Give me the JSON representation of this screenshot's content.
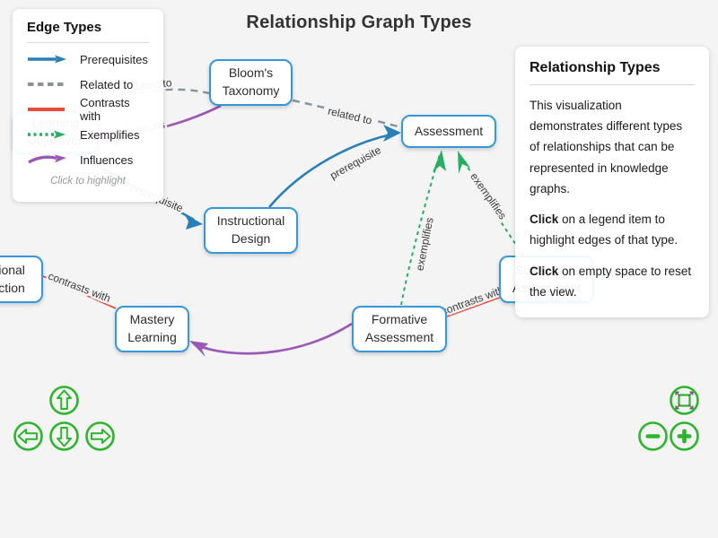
{
  "title": "Relationship Graph Types",
  "colors": {
    "background": "#f4f4f5",
    "prerequisites": "#2980b9",
    "related_to": "#8a9298",
    "contrasts_with": "#e74c3c",
    "exemplifies": "#27ae60",
    "influences": "#9b59b6",
    "node_border": "#3498db",
    "control_green": "#2db52d"
  },
  "legend": {
    "title": "Edge Types",
    "items": [
      {
        "label": "Prerequisites",
        "type": "prerequisites"
      },
      {
        "label": "Related to",
        "type": "related_to"
      },
      {
        "label": "Contrasts with",
        "type": "contrasts_with"
      },
      {
        "label": "Exemplifies",
        "type": "exemplifies"
      },
      {
        "label": "Influences",
        "type": "influences"
      }
    ],
    "hint": "Click to highlight"
  },
  "info_panel": {
    "title": "Relationship Types",
    "intro": "This visualization demonstrates different types of relationships that can be represented in knowledge graphs.",
    "tip1_bold": "Click",
    "tip1_rest": " on a legend item to highlight edges of that type.",
    "tip2_bold": "Click",
    "tip2_rest": " on empty space to reset the view."
  },
  "nodes": {
    "learning_objectives": "Learning\nObjectives",
    "blooms_taxonomy": "Bloom's\nTaxonomy",
    "assessment": "Assessment",
    "instructional_design": "Instructional\nDesign",
    "traditional_instruction": "Traditional\nInstruction",
    "mastery_learning": "Mastery\nLearning",
    "formative_assessment": "Formative\nAssessment",
    "summative_assessment": "Summative\nAssessment"
  },
  "edge_labels": {
    "lo_bt": "related to",
    "bt_as": "related to",
    "id_as": "prerequisite",
    "lo_id": "prerequisite",
    "bt_lo": "influences",
    "ti_ml": "contrasts with",
    "fa_as": "exemplifies",
    "sa_as": "exemplifies",
    "fa_sa": "contrasts with"
  },
  "controls": {
    "icons": [
      "pan-up",
      "pan-left",
      "pan-down",
      "pan-right",
      "fit-view",
      "zoom-out",
      "zoom-in"
    ]
  }
}
